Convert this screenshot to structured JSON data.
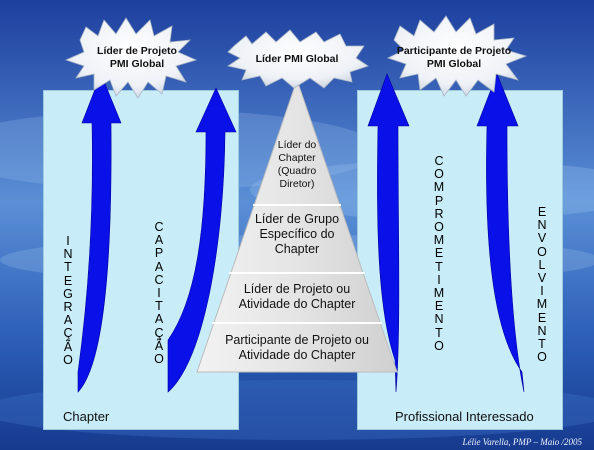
{
  "clouds": {
    "left": "Líder de Projeto PMI Global",
    "center": "Líder PMI Global",
    "right": "Participante de Projeto PMI Global"
  },
  "pyramid": {
    "levels": [
      "Líder do Chapter (Quadro Diretor)",
      "Líder de Grupo Específico do Chapter",
      "Líder de Projeto ou Atividade do Chapter",
      "Participante de Projeto ou Atividade do Chapter"
    ]
  },
  "left_panel": {
    "label": "Chapter",
    "words": [
      "INTEGRAÇÃO",
      "CAPACITAÇÃO"
    ]
  },
  "right_panel": {
    "label": "Profissional Interessado",
    "words": [
      "COMPROMETIMENTO",
      "ENVOLVIMENTO"
    ]
  },
  "credit": "Lélie Varella, PMP – Maio /2005",
  "colors": {
    "panel": "#c8ecf8",
    "arrow": "#0a10e8",
    "pyramid": "#e2e2e2",
    "background": "#2c55b8"
  }
}
